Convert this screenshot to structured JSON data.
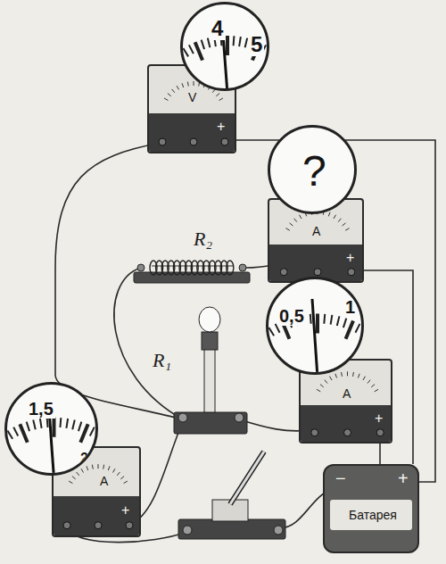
{
  "diagram": {
    "nodes": [
      {
        "text": [
          "4",
          "5"
        ]
      },
      {
        "text": [
          "V",
          "+"
        ]
      },
      {
        "text": [
          "?"
        ]
      },
      {
        "text": [
          "A",
          "+"
        ]
      },
      {
        "text": [
          "0,5",
          "1"
        ]
      },
      {
        "text": [
          "A",
          "+"
        ]
      },
      {
        "text": [
          "1,5",
          "2"
        ]
      },
      {
        "text": [
          "A",
          "+"
        ]
      },
      {
        "text": [
          "−",
          "+",
          "Батарея"
        ]
      }
    ],
    "edges": [
      {
        "from": 1,
        "to": 8,
        "arrow": "none"
      },
      {
        "from": 3,
        "to": 8,
        "arrow": "none"
      },
      {
        "from": 5,
        "to": 8,
        "arrow": "none"
      }
    ],
    "labels": [
      "R₂",
      "R₁"
    ]
  }
}
